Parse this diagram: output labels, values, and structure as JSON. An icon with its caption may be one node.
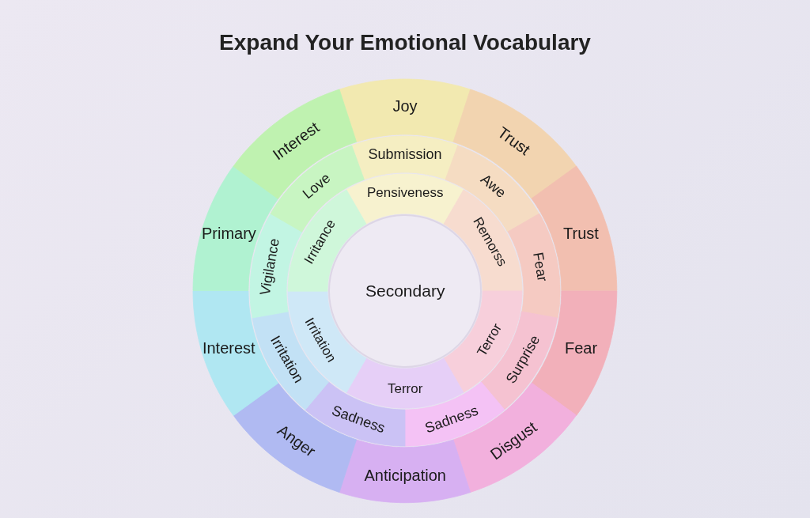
{
  "diagram": {
    "title": "Expand Your Emotional Vocabulary",
    "nodes": [
      {
        "text": [
          "Joy"
        ]
      },
      {
        "text": [
          "Trust"
        ]
      },
      {
        "text": [
          "Trust"
        ]
      },
      {
        "text": [
          "Fear"
        ]
      },
      {
        "text": [
          "Disgust"
        ]
      },
      {
        "text": [
          "Anticipation"
        ]
      },
      {
        "text": [
          "Anger"
        ]
      },
      {
        "text": [
          "Interest"
        ]
      },
      {
        "text": [
          "Primary"
        ]
      },
      {
        "text": [
          "Interest"
        ]
      },
      {
        "text": [
          "Submission"
        ]
      },
      {
        "text": [
          "Awe"
        ]
      },
      {
        "text": [
          "Fear"
        ]
      },
      {
        "text": [
          "Surprise"
        ]
      },
      {
        "text": [
          "Sadness"
        ]
      },
      {
        "text": [
          "Sadness"
        ]
      },
      {
        "text": [
          "Irritation"
        ]
      },
      {
        "text": [
          "Vigilance"
        ]
      },
      {
        "text": [
          "Love"
        ]
      },
      {
        "text": [
          "Pensiveness"
        ]
      },
      {
        "text": [
          "Remorss"
        ]
      },
      {
        "text": [
          "Terror"
        ]
      },
      {
        "text": [
          "Terror"
        ]
      },
      {
        "text": [
          "Irritation"
        ]
      },
      {
        "text": [
          "Irritance"
        ]
      },
      {
        "text": [
          "Secondary"
        ]
      }
    ],
    "edges": []
  }
}
